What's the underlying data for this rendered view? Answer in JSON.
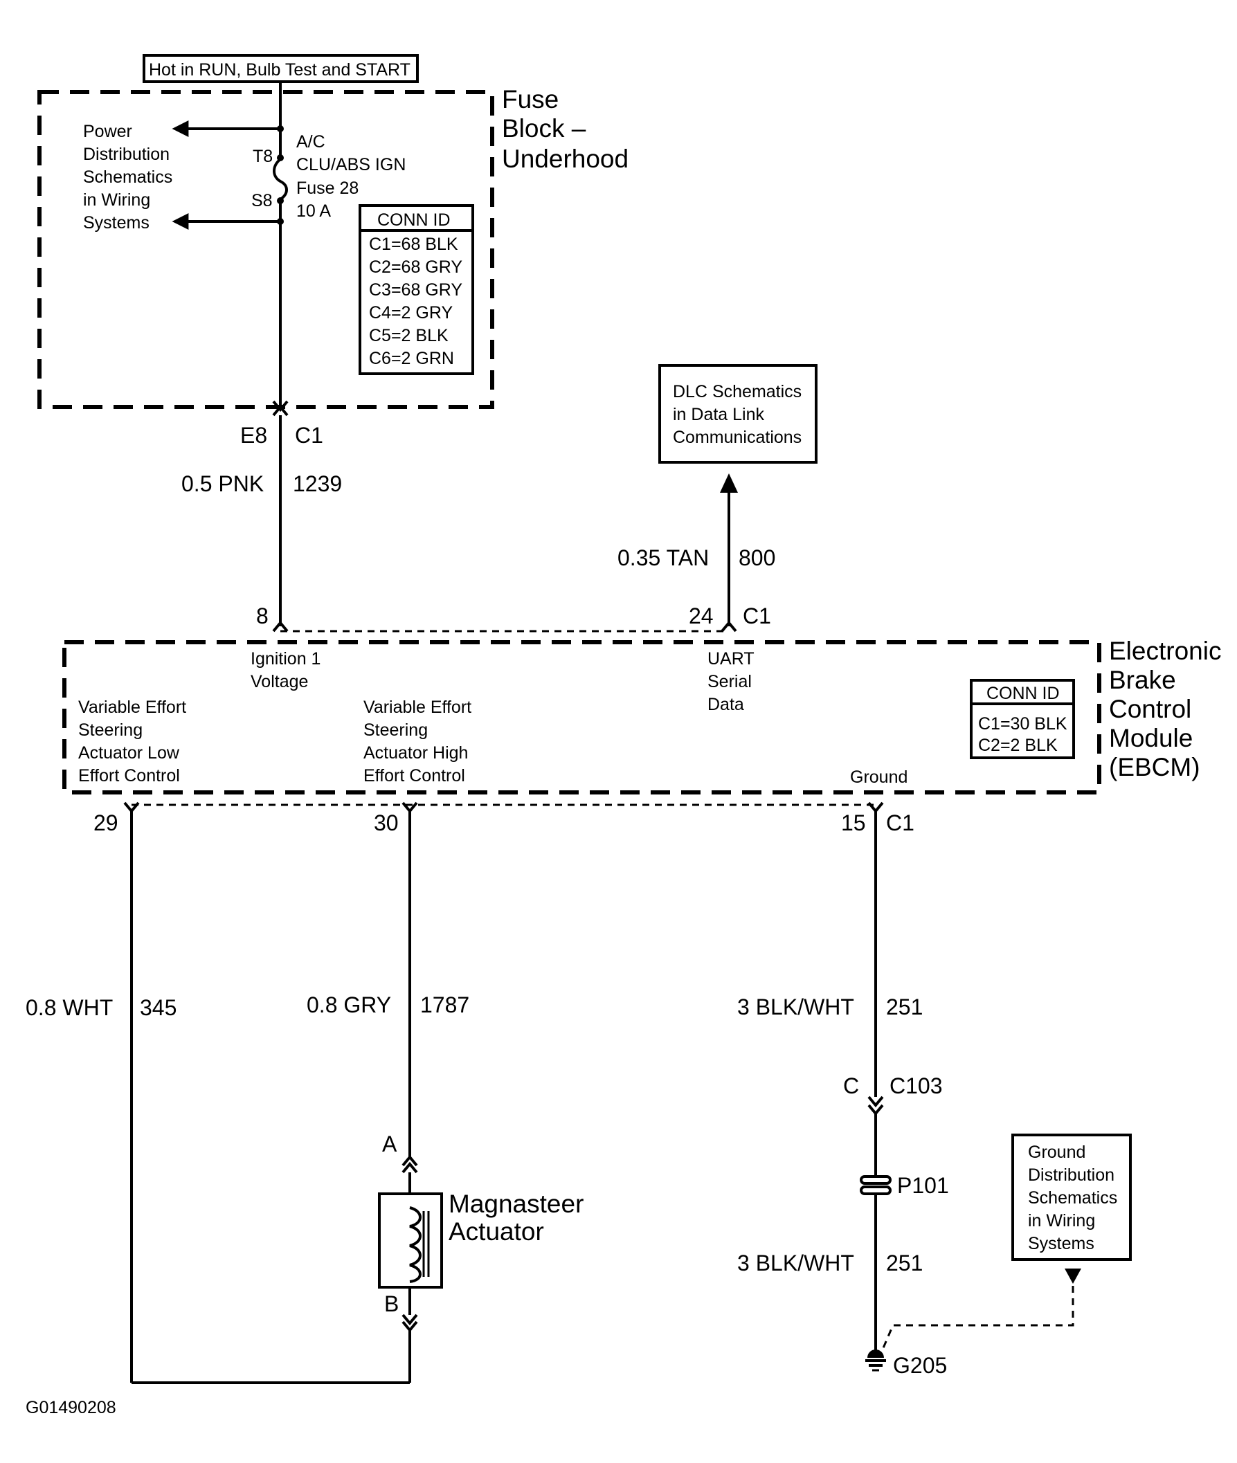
{
  "hot_box": {
    "text": "Hot in RUN, Bulb Test and START"
  },
  "fuse_block": {
    "title": [
      "Fuse",
      "Block –",
      "Underhood"
    ],
    "power_ref": [
      "Power",
      "Distribution",
      "Schematics",
      "in Wiring",
      "Systems"
    ],
    "fuse": {
      "pin_top": "T8",
      "pin_bottom": "S8",
      "label": [
        "A/C",
        "CLU/ABS IGN",
        "Fuse 28",
        "10 A"
      ]
    },
    "conn_id": {
      "header": "CONN ID",
      "rows": [
        "C1=68 BLK",
        "C2=68 GRY",
        "C3=68 GRY",
        "C4=2 GRY",
        "C5=2 BLK",
        "C6=2 GRN"
      ]
    },
    "terminal": {
      "pin": "E8",
      "conn": "C1"
    }
  },
  "wires": {
    "w1239": {
      "gauge": "0.5 PNK",
      "circuit": "1239"
    },
    "w800": {
      "gauge": "0.35 TAN",
      "circuit": "800"
    },
    "w345": {
      "gauge": "0.8 WHT",
      "circuit": "345"
    },
    "w1787": {
      "gauge": "0.8 GRY",
      "circuit": "1787"
    },
    "w251a": {
      "gauge": "3 BLK/WHT",
      "circuit": "251"
    },
    "w251b": {
      "gauge": "3 BLK/WHT",
      "circuit": "251"
    }
  },
  "dlc_box": {
    "lines": [
      "DLC Schematics",
      "in Data Link",
      "Communications"
    ]
  },
  "ebcm": {
    "title": [
      "Electronic",
      "Brake",
      "Control",
      "Module",
      "(EBCM)"
    ],
    "pin_ign": "8",
    "pin_uart": "24",
    "pin_uart_conn": "C1",
    "ign_label": [
      "Ignition 1",
      "Voltage"
    ],
    "uart_label": [
      "UART",
      "Serial",
      "Data"
    ],
    "low_label": [
      "Variable Effort",
      "Steering",
      "Actuator Low",
      "Effort Control"
    ],
    "high_label": [
      "Variable Effort",
      "Steering",
      "Actuator High",
      "Effort Control"
    ],
    "ground_label": "Ground",
    "conn_id": {
      "header": "CONN ID",
      "rows": [
        "C1=30 BLK",
        "C2=2 BLK"
      ]
    },
    "pin_low": "29",
    "pin_high": "30",
    "pin_gnd": "15",
    "pin_gnd_conn": "C1"
  },
  "connector_c103": {
    "pin": "C",
    "name": "C103"
  },
  "splice": {
    "name": "P101"
  },
  "actuator": {
    "label": [
      "Magnasteer",
      "Actuator"
    ],
    "pin_a": "A",
    "pin_b": "B"
  },
  "ground_box": {
    "lines": [
      "Ground",
      "Distribution",
      "Schematics",
      "in Wiring",
      "Systems"
    ]
  },
  "ground": {
    "name": "G205"
  },
  "figure_id": "G01490208"
}
